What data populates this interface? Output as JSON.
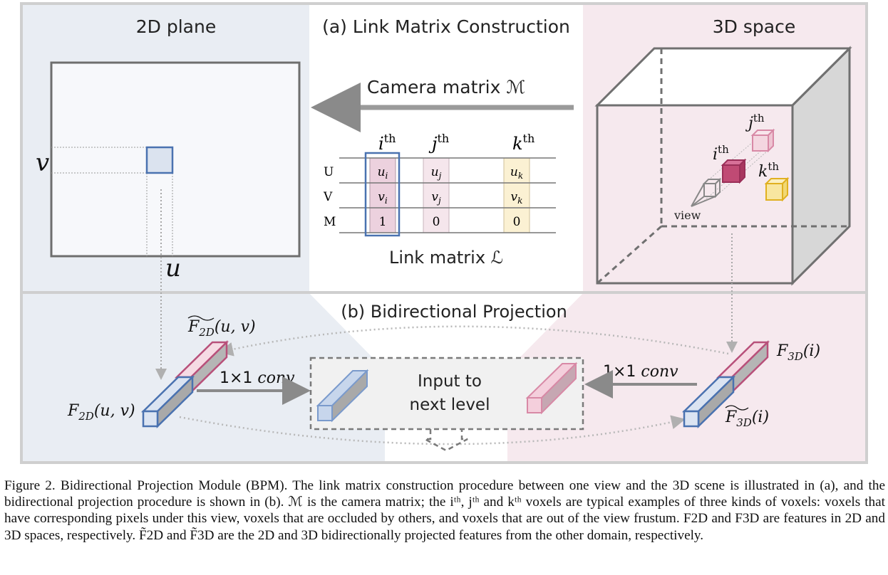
{
  "figure": {
    "panel_a_title": "(a) Link Matrix Construction",
    "panel_b_title": "(b) Bidirectional Projection",
    "left_title": "2D plane",
    "right_title": "3D space",
    "axis_v": "v",
    "axis_u": "u",
    "camera_label": "Camera matrix ℳ",
    "link_label": "Link matrix ℒ",
    "row_labels": [
      "U",
      "V",
      "M"
    ],
    "columns": [
      {
        "header": "i",
        "sup": "th",
        "cells": [
          "u",
          "v",
          "1"
        ],
        "subs": [
          "i",
          "i",
          ""
        ],
        "color": "#ecd1de",
        "stroke": "#b09aa6"
      },
      {
        "header": "j",
        "sup": "th",
        "cells": [
          "u",
          "v",
          "0"
        ],
        "subs": [
          "j",
          "j",
          ""
        ],
        "color": "#f5e6ec",
        "stroke": "#c8b4bd"
      },
      {
        "header": "k",
        "sup": "th",
        "cells": [
          "u",
          "v",
          "0"
        ],
        "subs": [
          "k",
          "k",
          ""
        ],
        "color": "#fbf1d3",
        "stroke": "#cfc09a"
      }
    ],
    "voxel_labels": {
      "i": "i",
      "j": "j",
      "k": "k",
      "sup": "th"
    },
    "view_label": "view",
    "f2d_tilde": "F",
    "f2d_tilde_sub": "2D",
    "f2d_tilde_args": "(u, v)",
    "f2d": "F",
    "f2d_sub": "2D",
    "f2d_args": "(u, v)",
    "f3d": "F",
    "f3d_sub": "3D",
    "f3d_args": "(i)",
    "f3d_tilde": "F",
    "f3d_tilde_sub": "3D",
    "f3d_tilde_args": "(i)",
    "conv_left": "1×1 ",
    "conv_right": "1×1 ",
    "conv_word": "conv",
    "input_line1": "Input to",
    "input_line2": "next level",
    "colors": {
      "blue_bg": "#edf0f5",
      "pink_bg": "#f8ecf0",
      "blue": "#4a72b0",
      "pink": "#b8507a",
      "yellow": "#e8c040",
      "gray_line": "#888888"
    }
  },
  "caption": "Figure 2.  Bidirectional Projection Module (BPM). The link matrix construction procedure between one view and the 3D scene is illustrated in (a), and the bidirectional projection procedure is shown in (b). ℳ is the camera matrix; the iᵗʰ, jᵗʰ and kᵗʰ voxels are typical examples of three kinds of voxels: voxels that have corresponding pixels under this view, voxels that are occluded by others, and voxels that are out of the view frustum. F2D and F3D are features in 2D and 3D spaces, respectively. F̃2D and F̃3D are the 2D and 3D bidirectionally projected features from the other domain, respectively."
}
